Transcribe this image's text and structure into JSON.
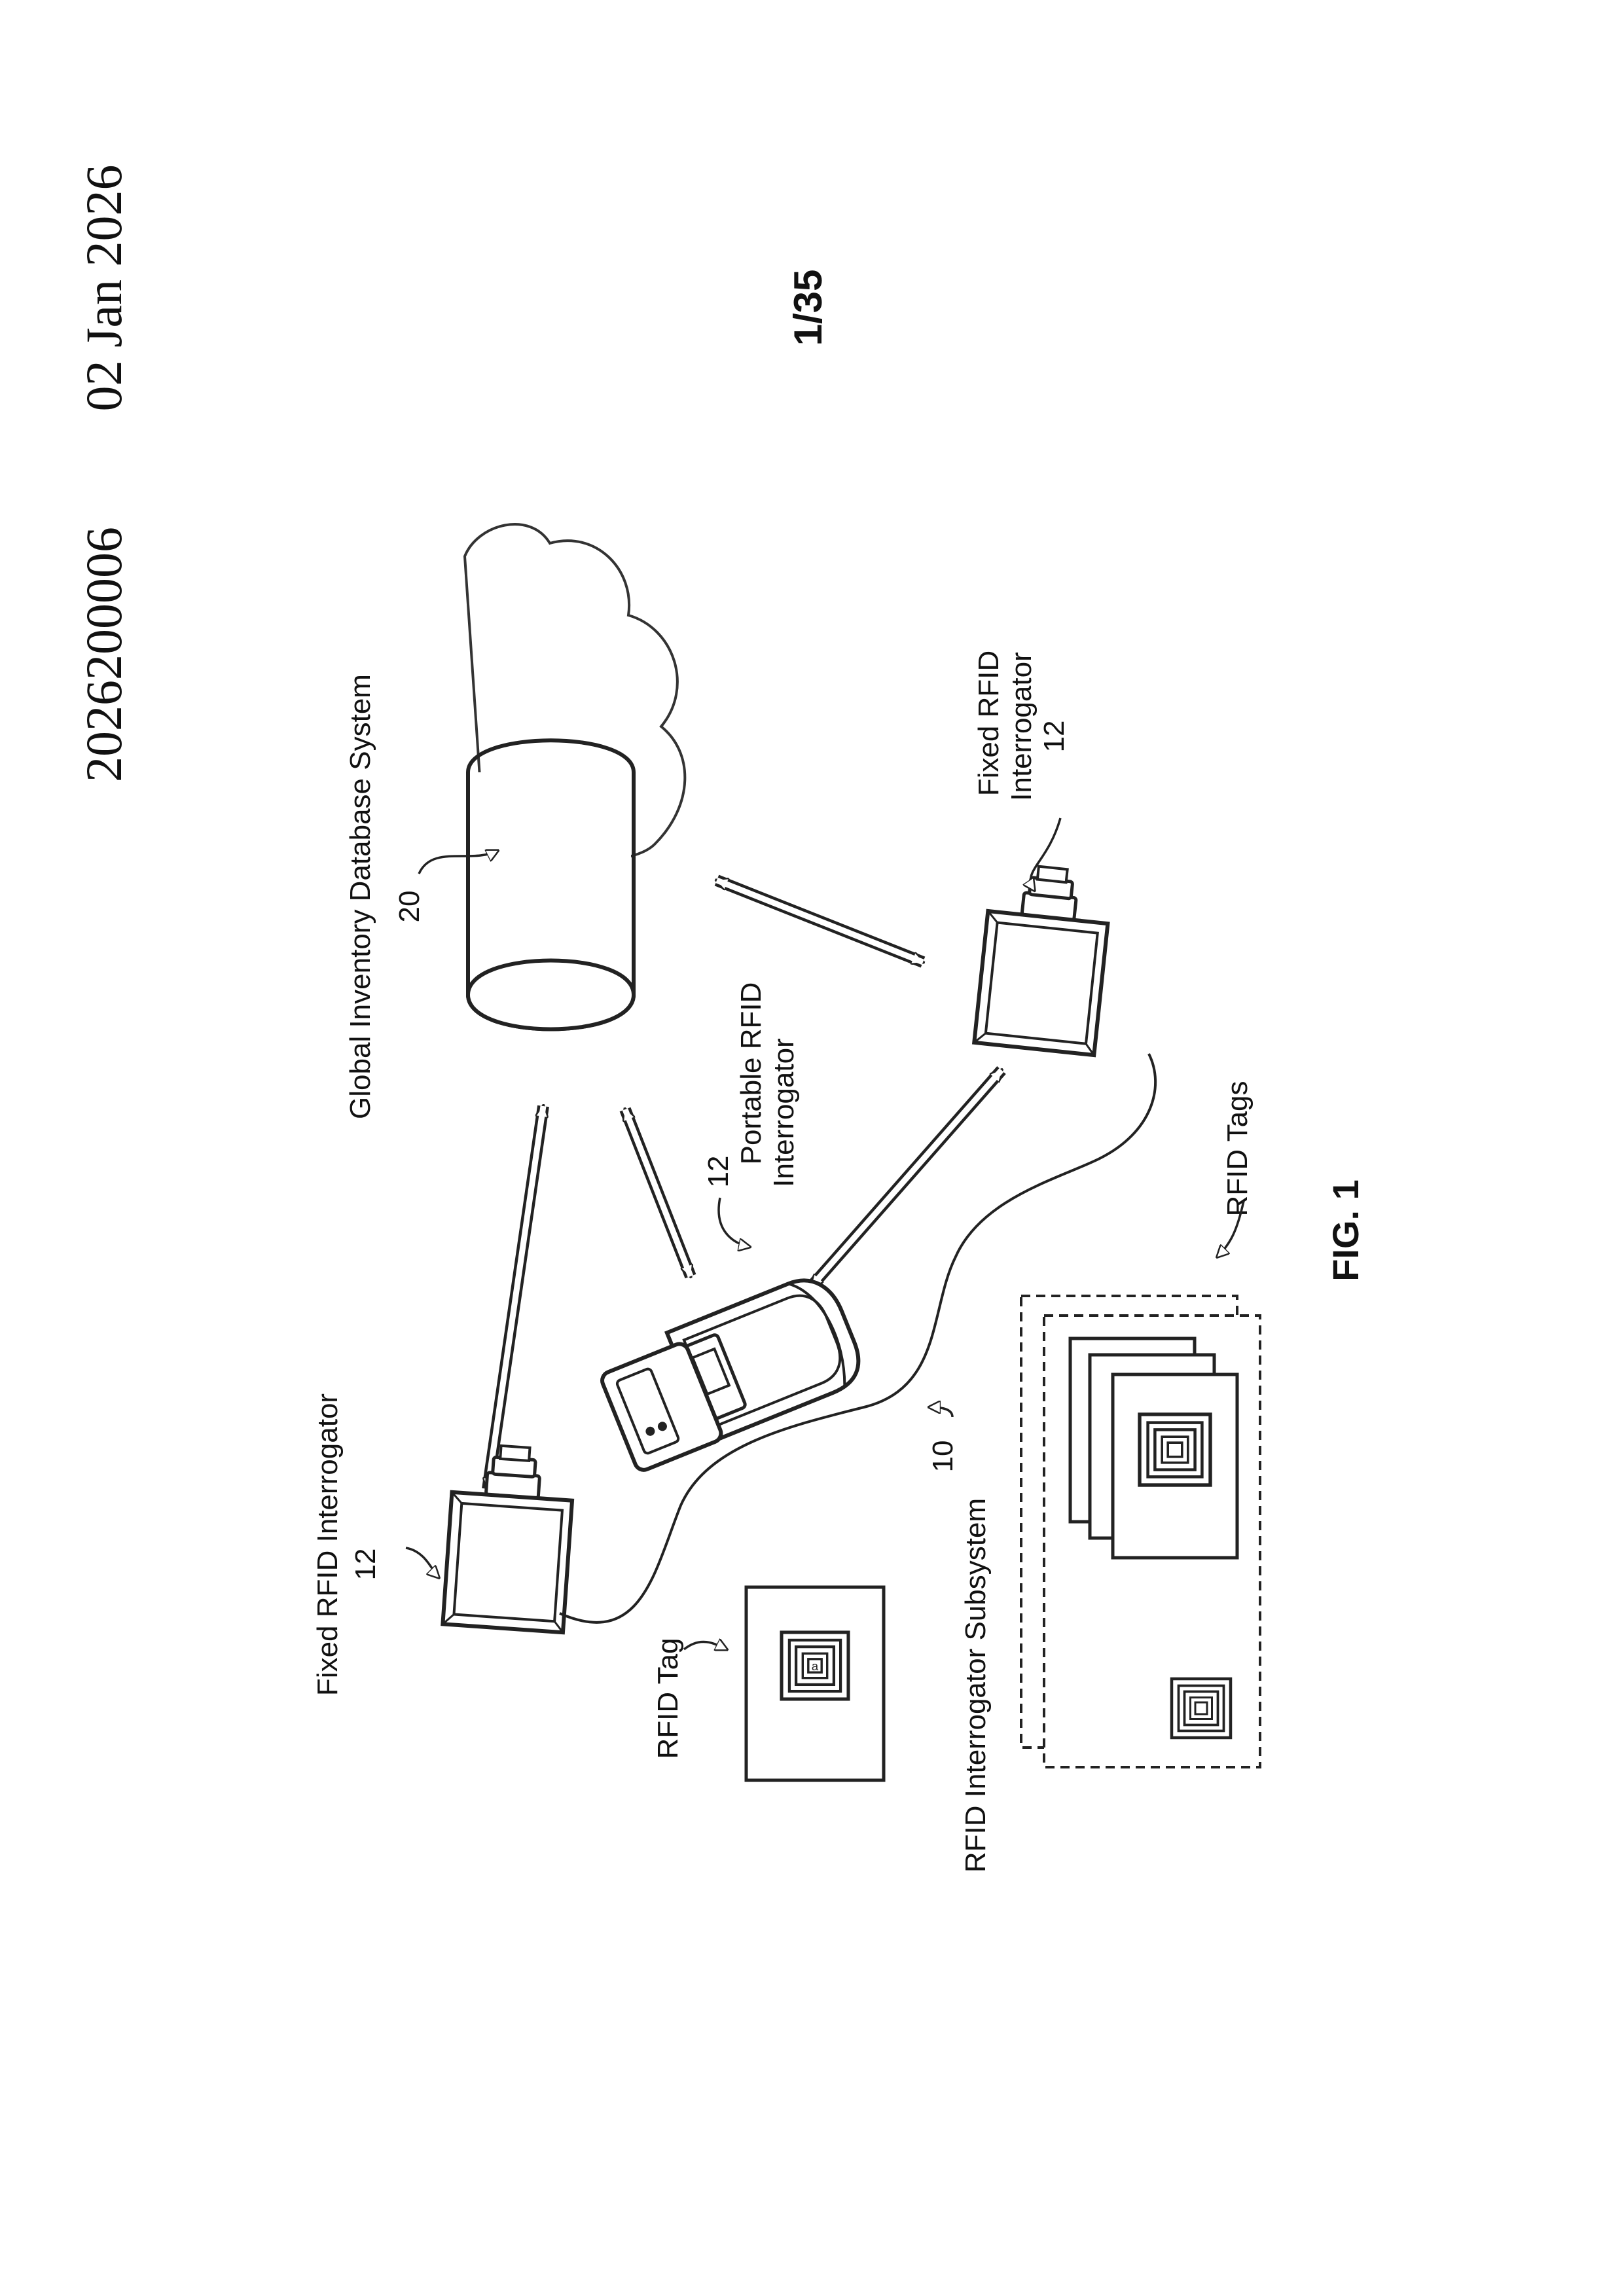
{
  "header": {
    "pub_number": "2026200006",
    "pub_date": "02 Jan 2026",
    "sheet": "1/35"
  },
  "diagram": {
    "database_label": "Global Inventory Database System",
    "database_ref": "20",
    "portable_label_line1": "Portable RFID",
    "portable_label_line2": "Interrogator",
    "portable_ref": "12",
    "fixed_right_line1": "Fixed RFID",
    "fixed_right_line2": "Interrogator",
    "fixed_right_ref": "12",
    "fixed_left_label": "Fixed RFID Interrogator",
    "fixed_left_ref": "12",
    "subsystem_label": "RFID Interrogator Subsystem",
    "subsystem_ref": "10",
    "tag_label": "RFID Tag",
    "tags_label": "RFID Tags",
    "tag_letter": "a",
    "figure_caption": "FIG. 1"
  },
  "icons": {
    "database": "database-cylinder-icon",
    "cloud": "network-cloud-icon",
    "fixed_reader": "fixed-reader-icon",
    "handheld_reader": "handheld-reader-icon",
    "tag": "rfid-tag-icon"
  }
}
